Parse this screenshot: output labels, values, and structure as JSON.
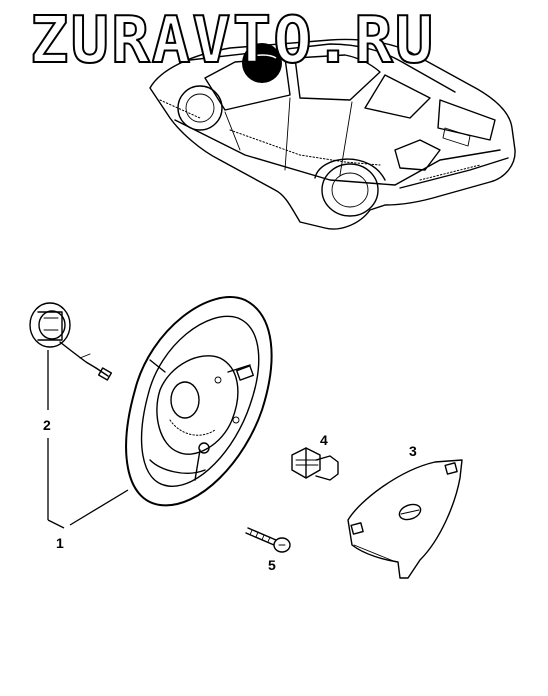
{
  "watermark": {
    "text": "ZURAVTO.RU"
  },
  "callouts": [
    {
      "id": "1",
      "label": "1"
    },
    {
      "id": "2",
      "label": "2"
    },
    {
      "id": "3",
      "label": "3"
    },
    {
      "id": "4",
      "label": "4"
    },
    {
      "id": "5",
      "label": "5"
    }
  ]
}
